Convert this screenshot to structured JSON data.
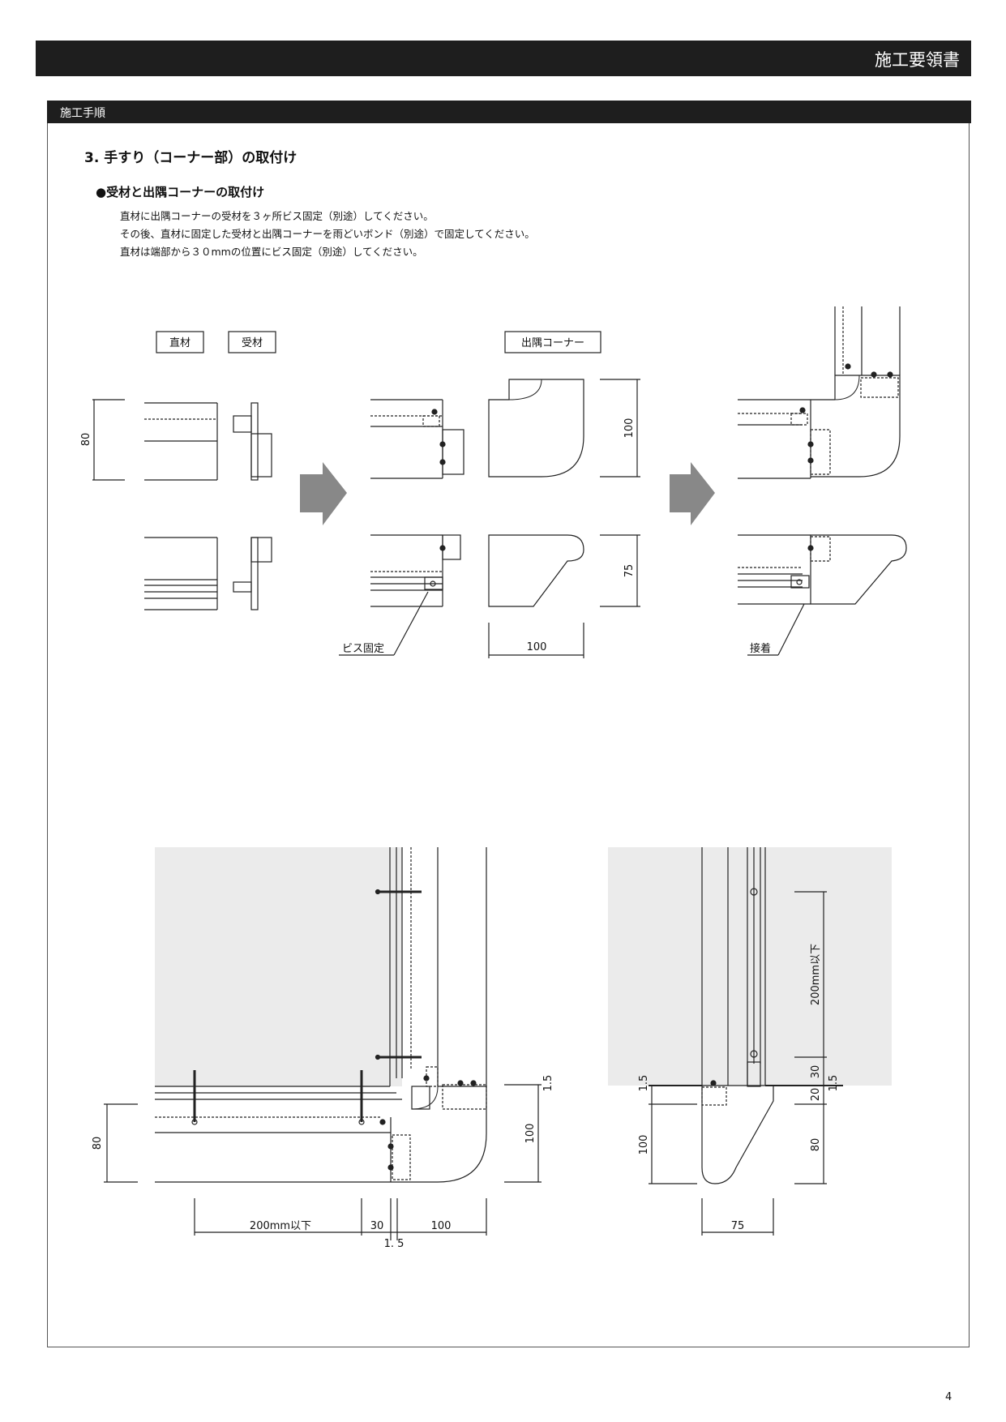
{
  "header": {
    "title": "施工要領書"
  },
  "section": {
    "label": "施工手順"
  },
  "step": {
    "title": "3. 手すり（コーナー部）の取付け"
  },
  "subsection": {
    "title": "●受材と出隅コーナーの取付け"
  },
  "instructions": [
    "直材に出隅コーナーの受材を３ヶ所ビス固定（別途）してください。",
    "その後、直材に固定した受材と出隅コーナーを雨どいボンド（別途）で固定してください。",
    "直材は端部から３０mmの位置にビス固定（別途）してください。"
  ],
  "diagram": {
    "labels": {
      "straight": "直材",
      "receiver": "受材",
      "corner": "出隅コーナー",
      "screw_fix": "ビス固定",
      "adhesive": "接着"
    },
    "dims": {
      "d80": "80",
      "d100": "100",
      "d75": "75",
      "d200": "200mm以下",
      "d30": "30",
      "d1_5": "1.5",
      "d20": "20",
      "d1_5_wide": "1. 5"
    }
  },
  "page": {
    "number": "4"
  }
}
